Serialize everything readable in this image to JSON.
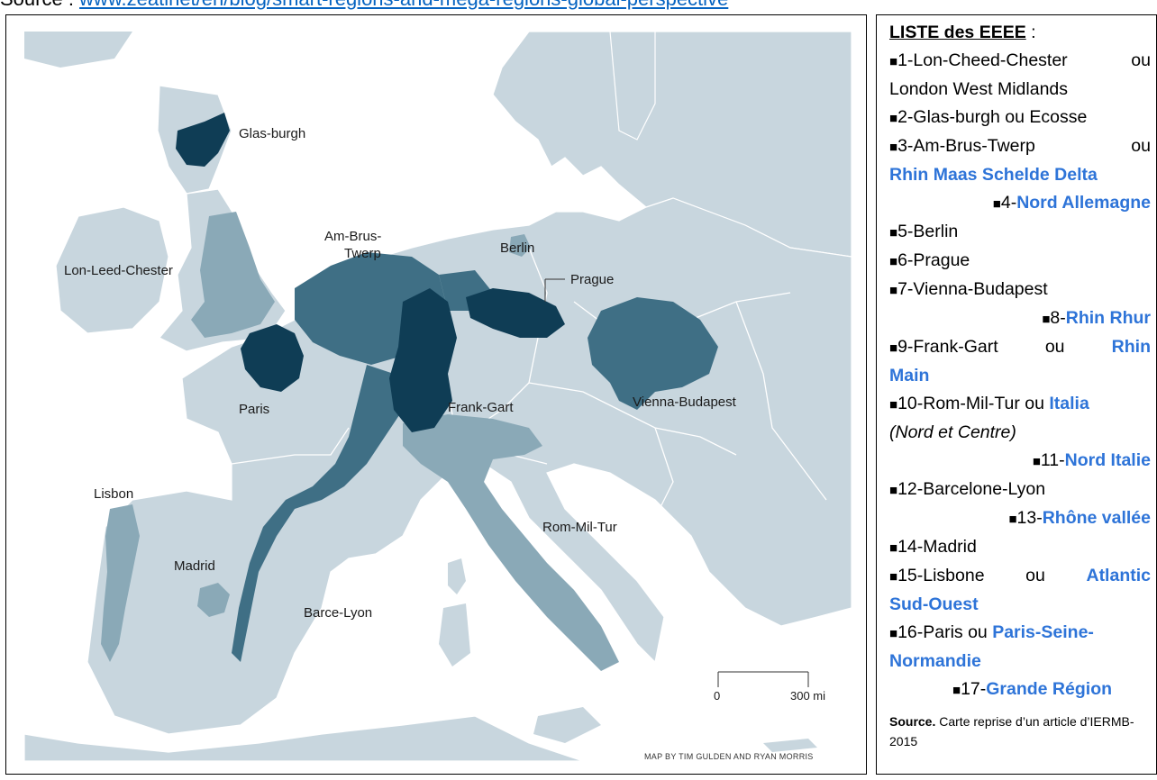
{
  "header": {
    "source_prefix": "Source : ",
    "source_link": "www.zeatinet/en/blog/smart-regions-and-mega-regions-global-perspective"
  },
  "map": {
    "labels": {
      "glas": "Glas-burgh",
      "ambrus1": "Am-Brus-",
      "ambrus2": "Twerp",
      "berlin": "Berlin",
      "prague": "Prague",
      "lon": "Lon-Leed-Chester",
      "paris": "Paris",
      "frank": "Frank-Gart",
      "vienna": "Vienna-Budapest",
      "lisbon": "Lisbon",
      "madrid": "Madrid",
      "rom": "Rom-Mil-Tur",
      "barce": "Barce-Lyon"
    },
    "scale": {
      "zero": "0",
      "max": "300 mi"
    },
    "credit": "MAP BY TIM GULDEN AND RYAN MORRIS",
    "colors": {
      "sea": "#ffffff",
      "land": "#c8d6de",
      "border": "#ffffff",
      "dark": "#0f3d55",
      "mid": "#3f6f85",
      "light": "#8aa9b7"
    }
  },
  "legend": {
    "title": "LISTE des EEEE",
    "title_suffix": " :",
    "bullet": "■",
    "items": {
      "i1a": "1-Lon-Cheed-Chester",
      "i1b": "ou",
      "i1c": "London West Midlands",
      "i2": "2-Glas-burgh ou Ecosse",
      "i3a": "3-Am-Brus-Twerp",
      "i3b": "ou",
      "i3c": "Rhin Maas Schelde Delta",
      "i4a": "4-",
      "i4b": "Nord Allemagne",
      "i5": "5-Berlin",
      "i6": "6-Prague",
      "i7": "7-Vienna-Budapest",
      "i8a": "8-",
      "i8b": "Rhin Rhur",
      "i9a": "9-Frank-Gart",
      "i9b": "ou",
      "i9c": "Rhin",
      "i9d": "Main",
      "i10a": "10-Rom-Mil-Tur ou ",
      "i10b": "Italia",
      "i10c": "(Nord et Centre)",
      "i11a": "11-",
      "i11b": "Nord Italie",
      "i12": "12-Barcelone-Lyon",
      "i13a": "13-",
      "i13b": "Rhône vallée",
      "i14": "14-Madrid",
      "i15a": "15-Lisbone",
      "i15b": "ou",
      "i15c": "Atlantic",
      "i15d": "Sud-Ouest",
      "i16a": "16-Paris ou ",
      "i16b": "Paris-Seine-",
      "i16c": "Normandie",
      "i17a": "17-",
      "i17b": "Grande Région"
    },
    "source_label": "Source.",
    "source_text": " Carte reprise d’un article d’IERMB-2015"
  }
}
